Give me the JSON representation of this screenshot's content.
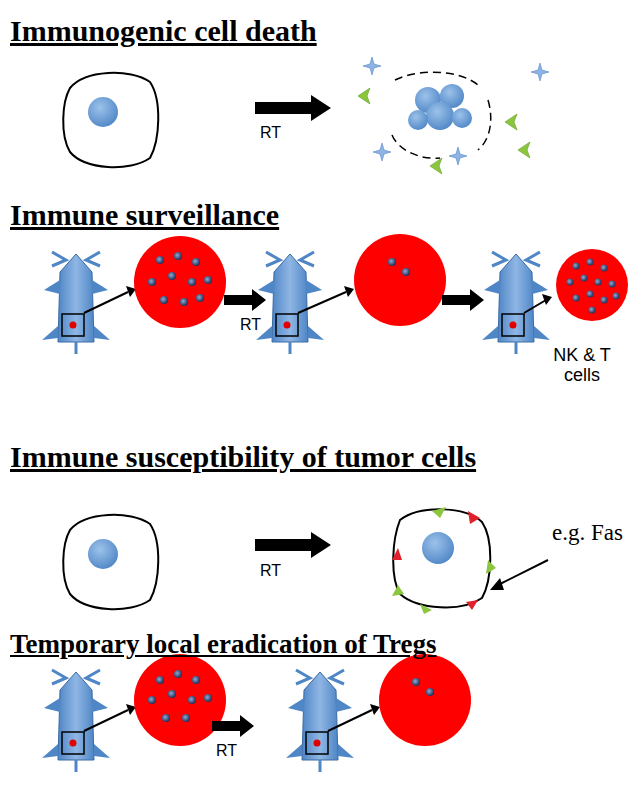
{
  "diagram": {
    "labels": [
      "Immunogenic cell death",
      "RT",
      "Immune surveillance",
      "RT",
      "NK & T cells",
      "Immune susceptibility of tumor cells",
      "RT",
      "e.g. Fas",
      "Temporary local eradication of Tregs",
      "RT"
    ]
  }
}
